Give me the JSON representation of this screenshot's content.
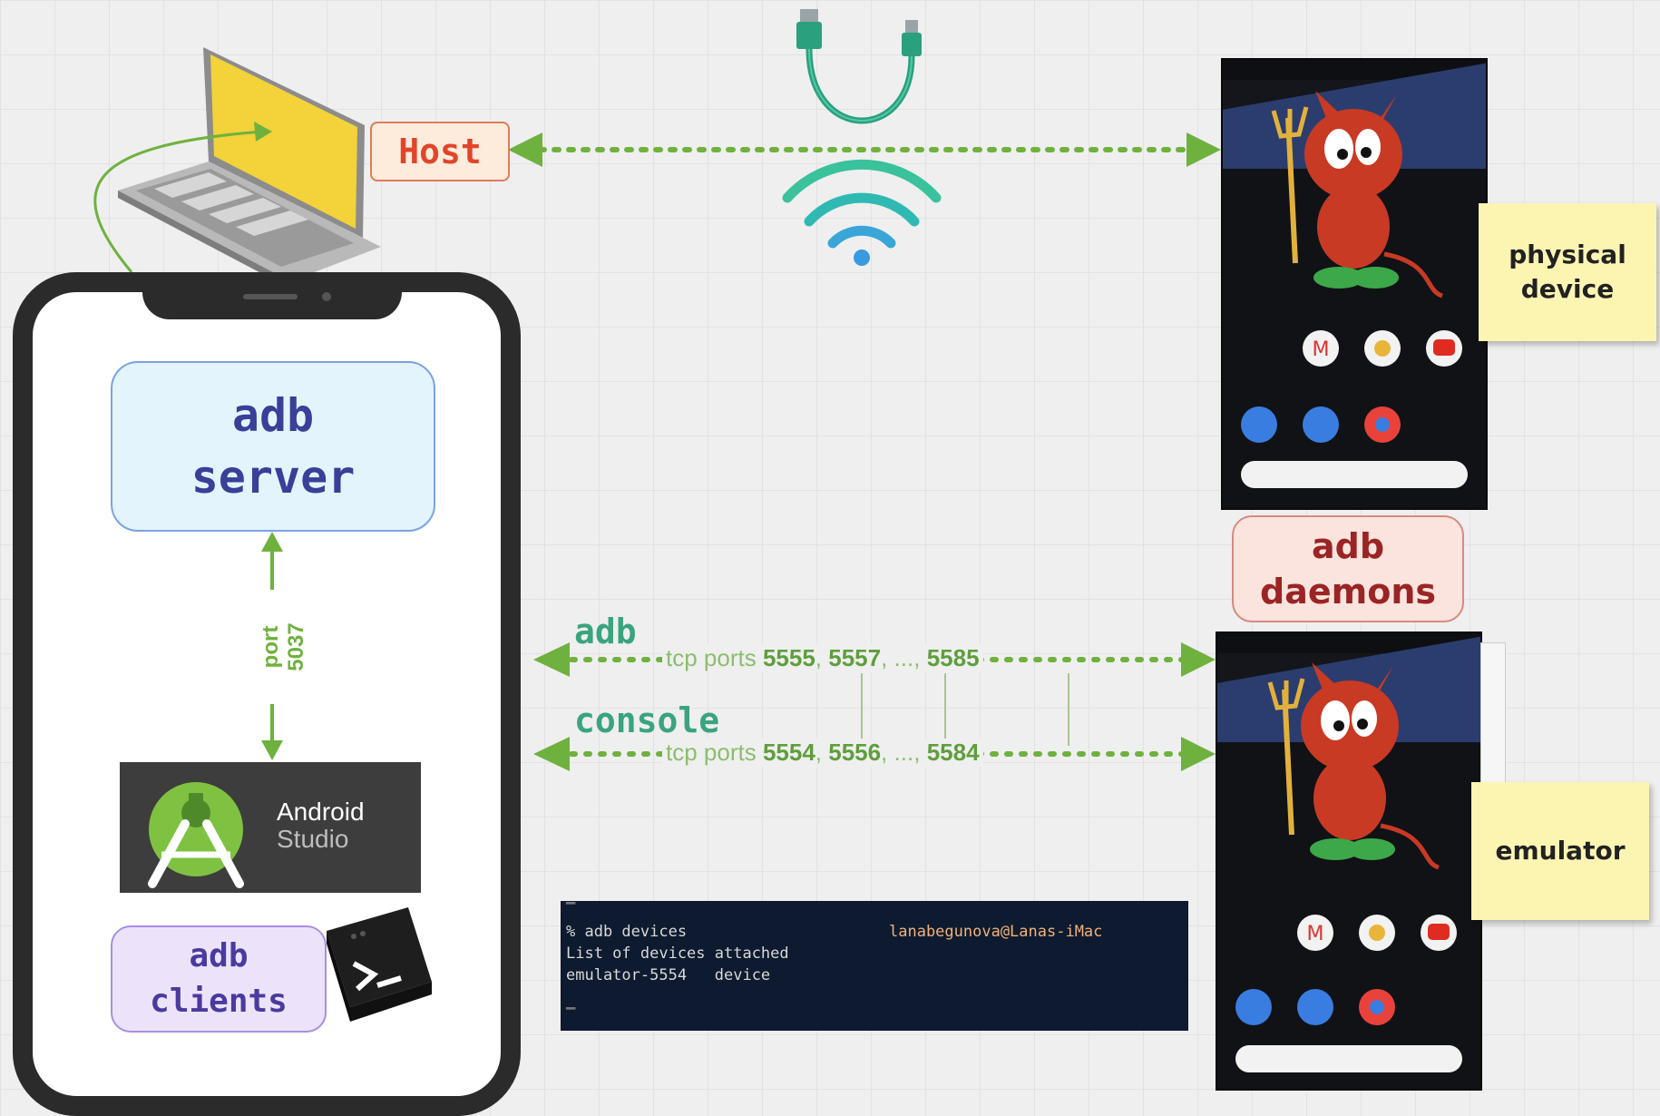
{
  "host": {
    "label": "Host"
  },
  "adb_server": {
    "line1": "adb",
    "line2": "server"
  },
  "port_5037": {
    "label": "port 5037"
  },
  "android_studio": {
    "line1": "Android",
    "line2": "Studio"
  },
  "adb_clients": {
    "line1": "adb",
    "line2": "clients"
  },
  "adb_daemons": {
    "line1": "adb",
    "line2": "daemons"
  },
  "physical_device": {
    "label": "physical device"
  },
  "emulator": {
    "label": "emulator"
  },
  "adb_channel": {
    "title": "adb",
    "prefix": "tcp ports",
    "port1": "5555",
    "sep1": ",",
    "port2": "5557",
    "sep2": ", ...,",
    "port3": "5585"
  },
  "console_channel": {
    "title": "console",
    "prefix": "tcp ports",
    "port1": "5554",
    "sep1": ",",
    "port2": "5556",
    "sep2": ", ...,",
    "port3": "5584"
  },
  "terminal": {
    "line1_cmd": "% adb devices",
    "line1_user": "lanabegunova@Lanas-iMac",
    "line2": "List of devices attached",
    "line3": "emulator-5554   device"
  },
  "colors": {
    "green_arrow": "#6fb13e",
    "host_red": "#e0452c",
    "server_blue": "#3a3f98",
    "teal_label": "#3aa47e",
    "daemon_red": "#9b2424"
  },
  "icons": [
    "laptop-icon",
    "usb-cable-icon",
    "wifi-icon",
    "android-studio-icon",
    "terminal-icon",
    "freebsd-daemon-icon"
  ]
}
